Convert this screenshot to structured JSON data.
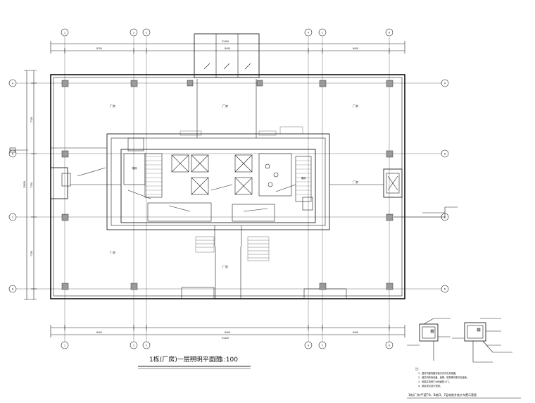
{
  "drawing": {
    "title": "1栋(厂房)一层照明平面图",
    "scale": "1:100",
    "detail_title": "1栋(厂房)平面T-B、B轴/3、7层电缆井放大布置示意图",
    "notes_heading": "注：",
    "notes": [
      "1、竖井内配电箱安装方式详见系统图。",
      "2、竖井内所有设备、线槽、桥架等均需可靠接地。",
      "3、电缆井检修门为丙级防火门。",
      "4、其余详见设计说明。"
    ]
  },
  "axes": {
    "horizontal_top": [
      "1",
      "2",
      "3",
      "4",
      "5",
      "6"
    ],
    "horizontal_bottom": [
      "1",
      "2",
      "3",
      "4",
      "5",
      "6"
    ],
    "vertical_left": [
      "A",
      "B",
      "C",
      "D"
    ],
    "vertical_right": [
      "A",
      "B",
      "C",
      "D"
    ]
  },
  "dimensions": {
    "overall_top": "51400",
    "overall_bottom": "51400",
    "overall_left": "25800",
    "top_bays": [
      "8700",
      "8400",
      "8400",
      "8400",
      "8400",
      "8400"
    ],
    "left_bays": [
      "7700",
      "7700",
      "7700"
    ]
  },
  "rooms": {
    "r1": "厂房",
    "r2": "厂房",
    "r3": "厂房",
    "r4": "厂房",
    "r5": "厂房",
    "r6": "厂房",
    "stair_left": "楼梯",
    "stair_right": "楼梯"
  }
}
